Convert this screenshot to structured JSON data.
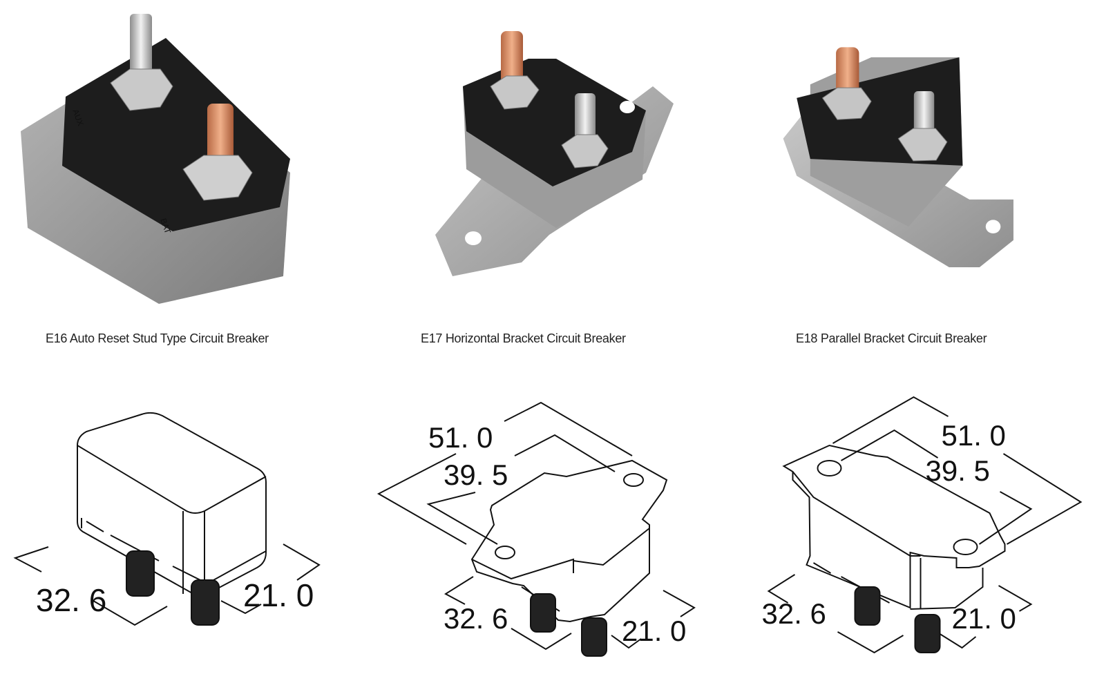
{
  "products": [
    {
      "code": "E16",
      "caption": "E16 Auto Reset Stud Type Circuit Breaker",
      "photo": {
        "body_color": "#9a9a9a",
        "cap_color": "#1d1d1d",
        "stud_left": "silver",
        "stud_right": "copper"
      },
      "drawing": {
        "dim_length": "32. 6",
        "dim_width": "21. 0"
      }
    },
    {
      "code": "E17",
      "caption": "E17 Horizontal Bracket Circuit Breaker",
      "photo": {
        "body_color": "#a8a8a8",
        "cap_color": "#1d1d1d",
        "stud_left": "copper",
        "stud_right": "silver"
      },
      "drawing": {
        "dim_overall": "51. 0",
        "dim_holes": "39. 5",
        "dim_length": "32. 6",
        "dim_width": "21. 0"
      }
    },
    {
      "code": "E18",
      "caption": "E18 Parallel Bracket Circuit Breaker",
      "photo": {
        "body_color": "#a8a8a8",
        "cap_color": "#1d1d1d",
        "stud_left": "copper",
        "stud_right": "silver"
      },
      "drawing": {
        "dim_overall": "51. 0",
        "dim_holes": "39. 5",
        "dim_length": "32. 6",
        "dim_width": "21. 0"
      }
    }
  ]
}
